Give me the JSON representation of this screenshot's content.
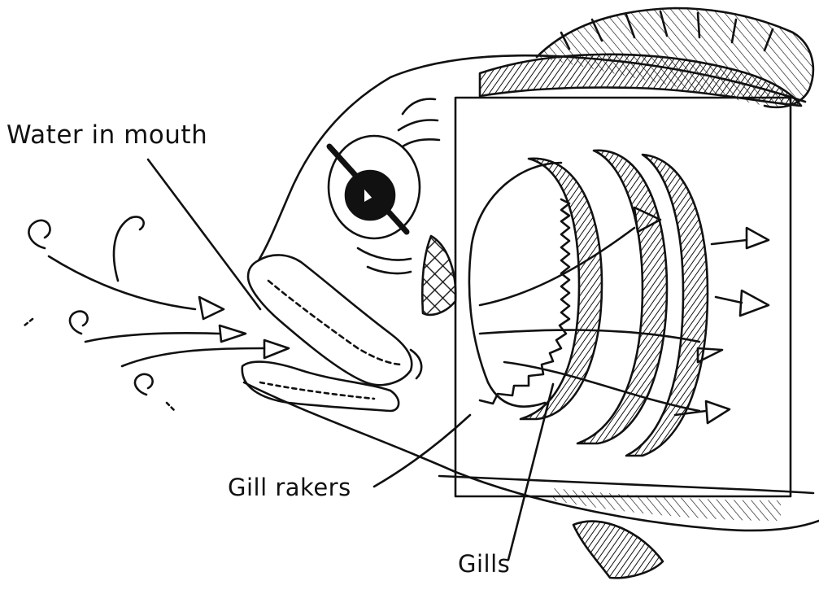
{
  "labels": {
    "water_in_mouth": "Water in mouth",
    "gill_rakers": "Gill rakers",
    "gills": "Gills"
  },
  "colors": {
    "ink": "#111111",
    "paper": "#ffffff"
  }
}
